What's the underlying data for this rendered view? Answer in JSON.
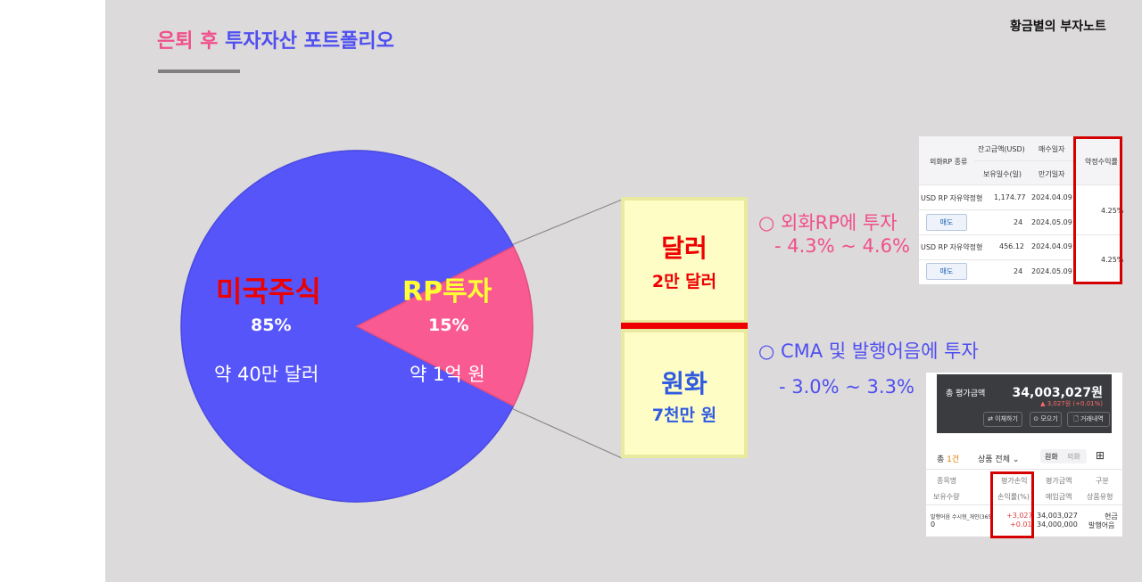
{
  "title": {
    "part1": "은퇴 후",
    "part2": "투자자산 포트폴리오"
  },
  "brand": "황금별의 부자노트",
  "pie": {
    "us_stock": {
      "name": "미국주식",
      "percent": "85%",
      "amount": "약 40만 달러",
      "value": 85,
      "color": "#5555fa"
    },
    "rp": {
      "name": "RP투자",
      "percent": "15%",
      "amount": "약 1억 원",
      "value": 15,
      "color": "#fa5a92"
    }
  },
  "boxes": {
    "dollar": {
      "title": "달러",
      "sub": "2만 달러"
    },
    "won": {
      "title": "원화",
      "sub": "7천만 원"
    }
  },
  "annotations": {
    "rp": {
      "line1": "○ 외화RP에 투자",
      "line2": "- 4.3% ~ 4.6%"
    },
    "cma": {
      "line1": "○ CMA 및 발행어음에 투자",
      "line2": "- 3.0% ~ 3.3%"
    }
  },
  "rp_table": {
    "headers": {
      "type": "외화RP 종류",
      "balance": "잔고금액(USD)",
      "days": "보유일수(일)",
      "buy_date": "매수일자",
      "maturity_date": "만기일자",
      "rate": "약정수익률"
    },
    "rows": [
      {
        "name": "USD RP 자유약정형",
        "balance": "1,174.77",
        "buy_date": "2024.04.09",
        "days": "24",
        "maturity_date": "2024.05.09",
        "button": "매도",
        "rate": "4.25%"
      },
      {
        "name": "USD RP 자유약정형",
        "balance": "456.12",
        "buy_date": "2024.04.09",
        "days": "24",
        "maturity_date": "2024.05.09",
        "button": "매도",
        "rate": "4.25%"
      }
    ]
  },
  "cma_card": {
    "total_label": "총 평가금액",
    "total_value": "34,003,027원",
    "change": "▲ 3,027원 (+0.01%)",
    "buttons": [
      "⇄ 이체하기",
      "⊙ 모으기",
      "🗋 거래내역"
    ],
    "count_prefix": "총",
    "count": "1건",
    "filter": "상품 전체",
    "currency_won": "원화",
    "currency_foreign": "외화",
    "col_headers": {
      "name": "종목명",
      "qty": "보유수량",
      "pnl": "평가손익",
      "pnl_rate": "손익률(%)",
      "eval": "평가금액",
      "buy": "매입금액",
      "type": "구분",
      "product_type": "상품유형"
    },
    "row": {
      "name": "발행어음 수시형_개인(365",
      "qty": "0",
      "pnl": "+3,027",
      "pnl_rate": "+0.01",
      "eval": "34,003,027",
      "buy": "34,000,000",
      "type": "현금",
      "product_type": "발행어음"
    }
  }
}
